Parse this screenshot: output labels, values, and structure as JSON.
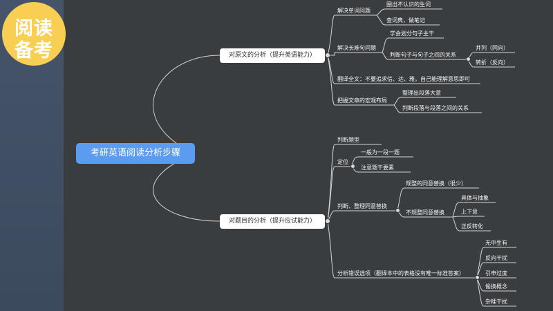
{
  "badge": {
    "line1": "阅读",
    "line2": "备考"
  },
  "root": "考研英语阅读分析步骤",
  "branch1": {
    "label": "对原文的分析（提升英语能力）",
    "n1": {
      "label": "解决单词问题",
      "c1": "圈出不认识的生词",
      "c2": "查词典，做笔记"
    },
    "n2": {
      "label": "解决长难句问题",
      "c1": "学会划分句子主干",
      "c2": "判断句子与句子之间的关系",
      "g1": "并列（同向）",
      "g2": "转折（反向）"
    },
    "n3": {
      "label": "翻译全文：不要追求信、达、雅，自己能理解意思即可"
    },
    "n4": {
      "label": "把握文章的宏观布局",
      "c1": "整理出段落大意",
      "c2": "判断段落与段落之间的关系"
    }
  },
  "branch2": {
    "label": "对题目的分析（提升应试能力）",
    "n1": {
      "label": "判断题型"
    },
    "n2": {
      "label": "定位",
      "c1": "一般为一段一题",
      "c2": "注意题干要素"
    },
    "n3": {
      "label": "判断、整理同意替换",
      "c1": "规整的同意替换（很少）",
      "c2": "不规整同意替换",
      "g1": "具体与抽象",
      "g2": "上下意",
      "g3": "正反转化"
    },
    "n4": {
      "label": "分析错误选项（翻译本中的表格没有唯一标准答案）",
      "c1": "无中生有",
      "c2": "反向干扰",
      "c3": "引申过度",
      "c4": "偷换概念",
      "c5": "杂糅干扰"
    }
  }
}
